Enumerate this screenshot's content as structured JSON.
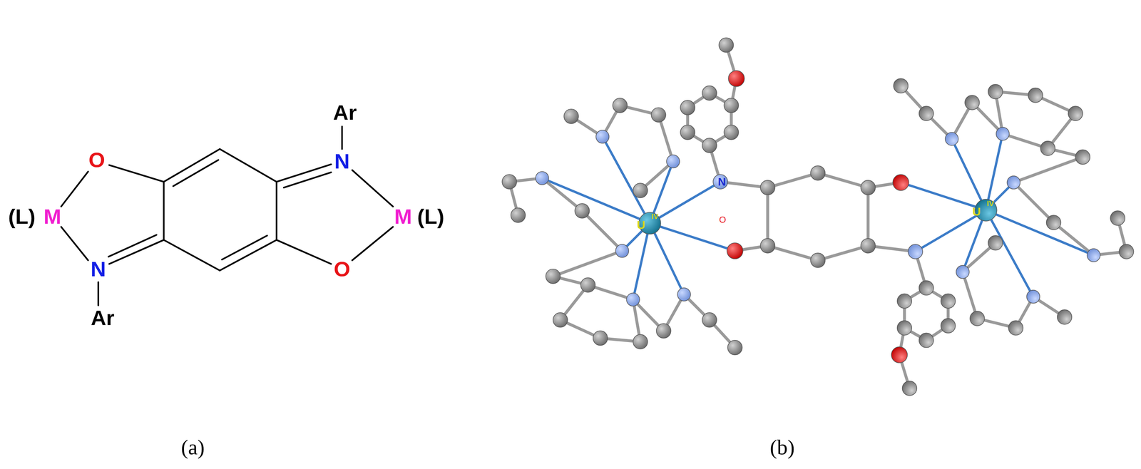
{
  "diagram": {
    "labels": [
      "O",
      "(L)",
      "M",
      "N",
      "Ar",
      "Ar",
      "N",
      "M",
      "(L)",
      "O",
      "(a)",
      "U",
      "IV",
      "N",
      "O",
      "U",
      "IV",
      "(b)"
    ]
  }
}
